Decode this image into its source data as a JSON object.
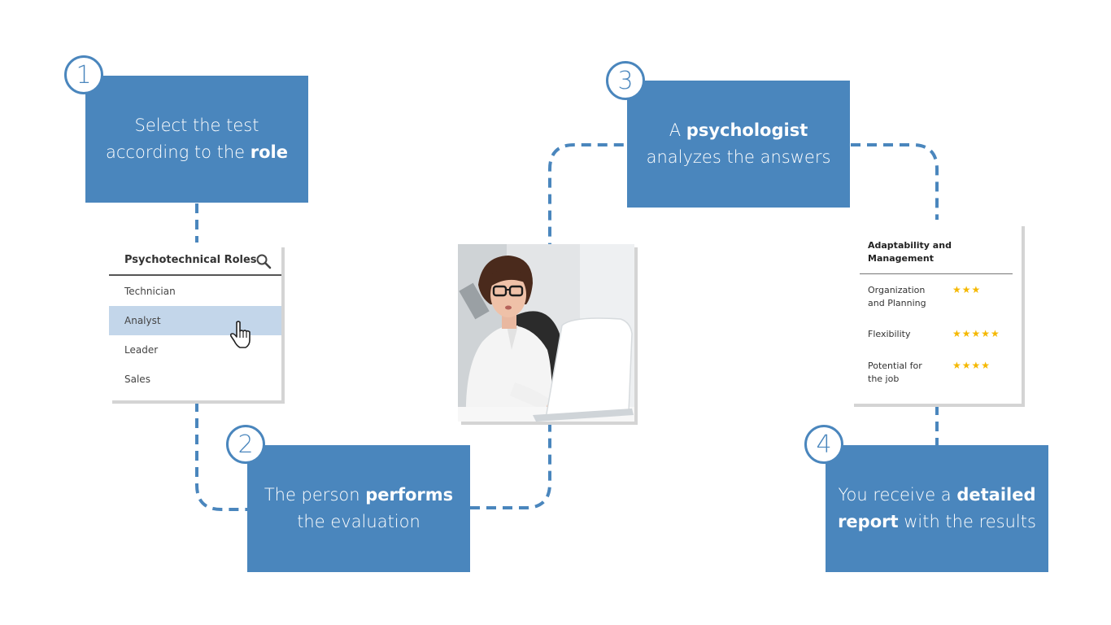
{
  "steps": [
    {
      "number": "1",
      "text_a": "Select the test according to the ",
      "text_b": "role",
      "text_c": ""
    },
    {
      "number": "2",
      "text_a": "The person ",
      "text_b": "performs",
      "text_c": " the evaluation"
    },
    {
      "number": "3",
      "text_a": "A ",
      "text_b": "psychologist",
      "text_c": " analyzes the answers"
    },
    {
      "number": "4",
      "text_a": "You receive a ",
      "text_b": "detailed report",
      "text_c": " with the results"
    }
  ],
  "roles_card": {
    "title": "Psychotechnical Roles",
    "items": [
      "Technician",
      "Analyst",
      "Leader",
      "Sales"
    ],
    "selected": "Analyst",
    "search_icon": "search-icon",
    "cursor_icon": "hand-pointer-icon"
  },
  "report_card": {
    "title": "Adaptability and Management",
    "metrics": [
      {
        "label": "Organization and Planning",
        "stars": 3,
        "stars_text": "★★★"
      },
      {
        "label": "Flexibility",
        "stars": 5,
        "stars_text": "★★★★★"
      },
      {
        "label": "Potential for the job",
        "stars": 4,
        "stars_text": "★★★★"
      }
    ]
  },
  "colors": {
    "accent": "#4a86bd",
    "highlight": "#c3d6ea",
    "star": "#f5b800"
  }
}
